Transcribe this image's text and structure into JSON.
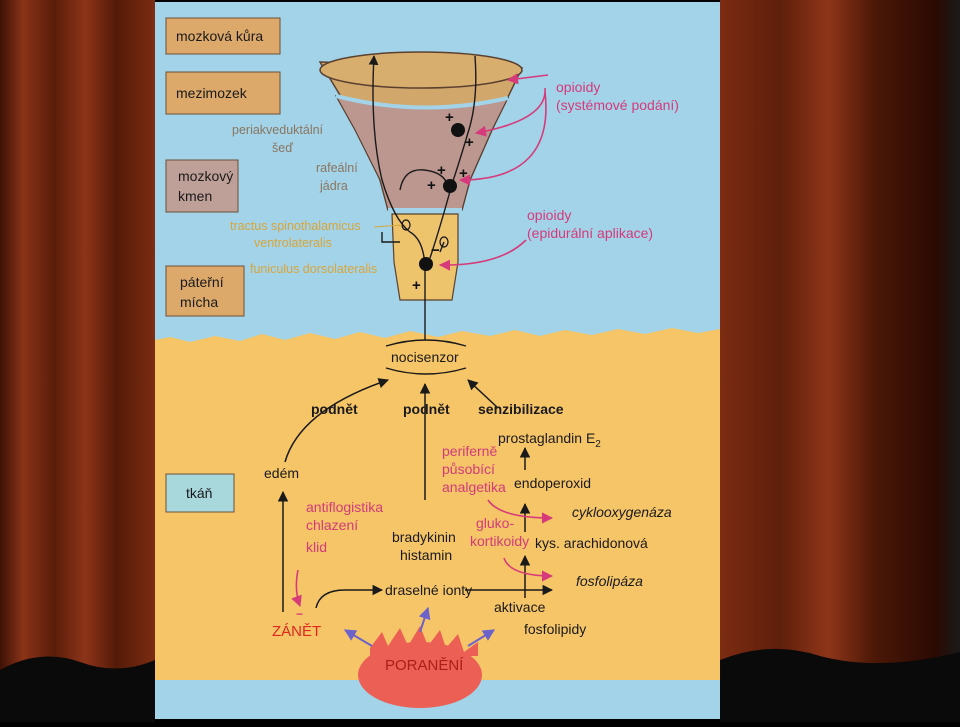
{
  "levels": {
    "cortex": "mozková kůra",
    "diencephalon": "mezimozek",
    "brainstem_1": "mozkový",
    "brainstem_2": "kmen",
    "spinal_1": "páteřní",
    "spinal_2": "mícha",
    "tissue": "tkáň"
  },
  "structures": {
    "pag_1": "periakveduktální",
    "pag_2": "šeď",
    "raphe_1": "rafeální",
    "raphe_2": "jádra",
    "tract_1": "tractus spinothalamicus",
    "tract_2": "ventrolateralis",
    "funiculus": "funiculus dorsolateralis"
  },
  "opioids_systemic_1": "opioidy",
  "opioids_systemic_2": "(systémové podání)",
  "opioids_epidural_1": "opioidy",
  "opioids_epidural_2": "(epidurální aplikace)",
  "nocisensor": "nocisenzor",
  "stimulus_1": "podnět",
  "stimulus_2": "podnět",
  "sensitization": "senzibilizace",
  "prostaglandin": "prostaglandin E",
  "prostaglandin_sub": "2",
  "peripheral_1": "periferně",
  "peripheral_2": "působící",
  "peripheral_3": "analgetika",
  "endoperoxide": "endoperoxid",
  "cyclooxygenase": "cyklooxygenáza",
  "edema": "edém",
  "antiphlog_1": "antiflogistika",
  "antiphlog_2": "chlazení",
  "antiphlog_3": "klid",
  "brady_1": "bradykinin",
  "brady_2": "histamin",
  "gluco_1": "gluko-",
  "gluco_2": "kortikoidy",
  "arachidonic": "kys. arachidonová",
  "phospholipase": "fosfolipáza",
  "potassium": "draselné ionty",
  "activation": "aktivace",
  "phospholipids": "fosfolipidy",
  "inflammation": "ZÁNĚT",
  "injury": "PORANĚNÍ",
  "signs": {
    "plus": "+",
    "minus": "−"
  },
  "colors": {
    "background": "#a3d3e8",
    "tissue": "#f6c567",
    "cortex_box": "#dca96a",
    "brainstem_box": "#bfa098",
    "tissue_box": "#a8d7dc",
    "funnel_top": "#d1a76c",
    "funnel_mid": "#bc9790",
    "funnel_low": "#edc36c",
    "magenta": "#d63a7b",
    "red": "#e2271f",
    "injury": "#ec5f55",
    "curtain": "#7a2a12"
  }
}
